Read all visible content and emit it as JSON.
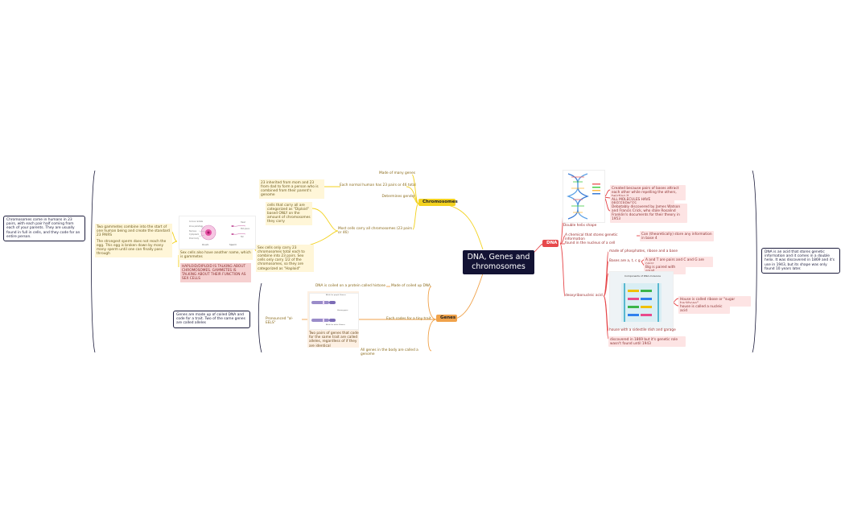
{
  "central": "DNA, Genes and chromosomes",
  "branches": {
    "chromosomes": "Chromosomes",
    "genes": "Genes",
    "dna": "DNA"
  },
  "chromosomes": {
    "made_of_genes": "Made of many genes",
    "pairs": "Each normal human has 23 pairs or 46 total",
    "pairs_detail": "23 inherited from mom and 23 from dad to form a person who is combined from their parent's genome",
    "gender": "Determines gender",
    "most_cells": "Most cells carry all chromosomes (23 pairs or 46)",
    "diploid": "cells that carry all are categorized as \"Diploid\" based ONLY on the amount of chromosomes they carry",
    "sex_cells": "Sex cells only carry 23 chromosomes total each to combine into 23 pairs. Sex cells only carry 1/2 of the chromosomes, so they are categorized as \"Haploid\"",
    "gammetes": "Sex cells also have another name, which is gammetes",
    "combine": "Two gammetes combine into the start of one human being and create the standard 23 PAIRS",
    "sperm": "The strongest sperm does not reach the egg. This egg is broken down by many many sperm until one can finally pass through",
    "haploid_note": "HAPLOID/DIPLOID IS TALKING ABOUT CHROMOSOMES. GAMMETES IS TALKING ABOUT THEIR FUNCTION AS SEX CELLS",
    "note_left": "Chromosomes come in humans in 23 pairs, with each pair half coming from each of your parents. They are usually found in full in cells, and they code for an entire person."
  },
  "cell_image": {
    "ovum": "Ovum",
    "sperm": "Sperm",
    "labels_left": [
      "Corona radiata",
      "Zona pellucida",
      "Nucleus",
      "Cytoplasm",
      "Polar body"
    ],
    "labels_right": [
      "Head",
      "Mid-piece",
      "Tail"
    ]
  },
  "genes": {
    "coiled": "DNA is coiled on a protein called histone",
    "made_of_dna": "Made of coiled up DNA",
    "trait": "Each codes for a tiny trait",
    "alleles": "Two pairs of genes that code for the same trait are called alleles, regardless of if they are identical",
    "genome": "All genes in the body are called a genome",
    "pronounce": "Pronounced \"al-EELS\"",
    "note_left": "Genes are made up of coiled DNA and code for a trait. Two of the same genes are called alleles"
  },
  "gene_image": {
    "label_top": "Allele for purple flowers",
    "label_mid": "Homozygous",
    "label_bot": "Allele for white flowers"
  },
  "dna": {
    "helix_caption": "Double helix shape",
    "created": "Created because pairs of bases attract each other while repelling the others, twisting it",
    "preferences": "ALL MOLECULES HAVE PREFERENCES",
    "discovered_wc": "Debatably discovered by James Watson and Francis Crick, who stole Rosalind Franklin's documents for their theory in 1953",
    "stores": "A chemical that stores genetic information",
    "stores_detail": "Can (theoretically) store any information in base 4",
    "nucleus": "found in the nucleus of a cell",
    "deoxy": "deoxyribonucleic acid",
    "made_of": "made of phosphates, ribose and a base",
    "bases": "Bases are a, t, c g",
    "at_cg": "A and T are pairs and C and G are pairs",
    "big_small": "Big is paired with small",
    "ribose": "House is called ribose or \"sugar backbone\"",
    "nucleic": "house is called a nucleic acid",
    "house": "house with a sidestile dish and garage",
    "discovered_1869": "discovered in 1869 but it's genetic role wasn't found until 1943",
    "note_right": "DNA is an acid that stores genetic information and it comes in a double helix. It was discovered in 1869 and it's use in 1943, but its shape was only found 10 years later."
  },
  "dna_image": {
    "title": "Components of DNA molecule"
  },
  "colors": {
    "chromosomes": "#f3d21f",
    "genes": "#f0a24a",
    "dna": "#e6484b",
    "central": "#131334"
  }
}
